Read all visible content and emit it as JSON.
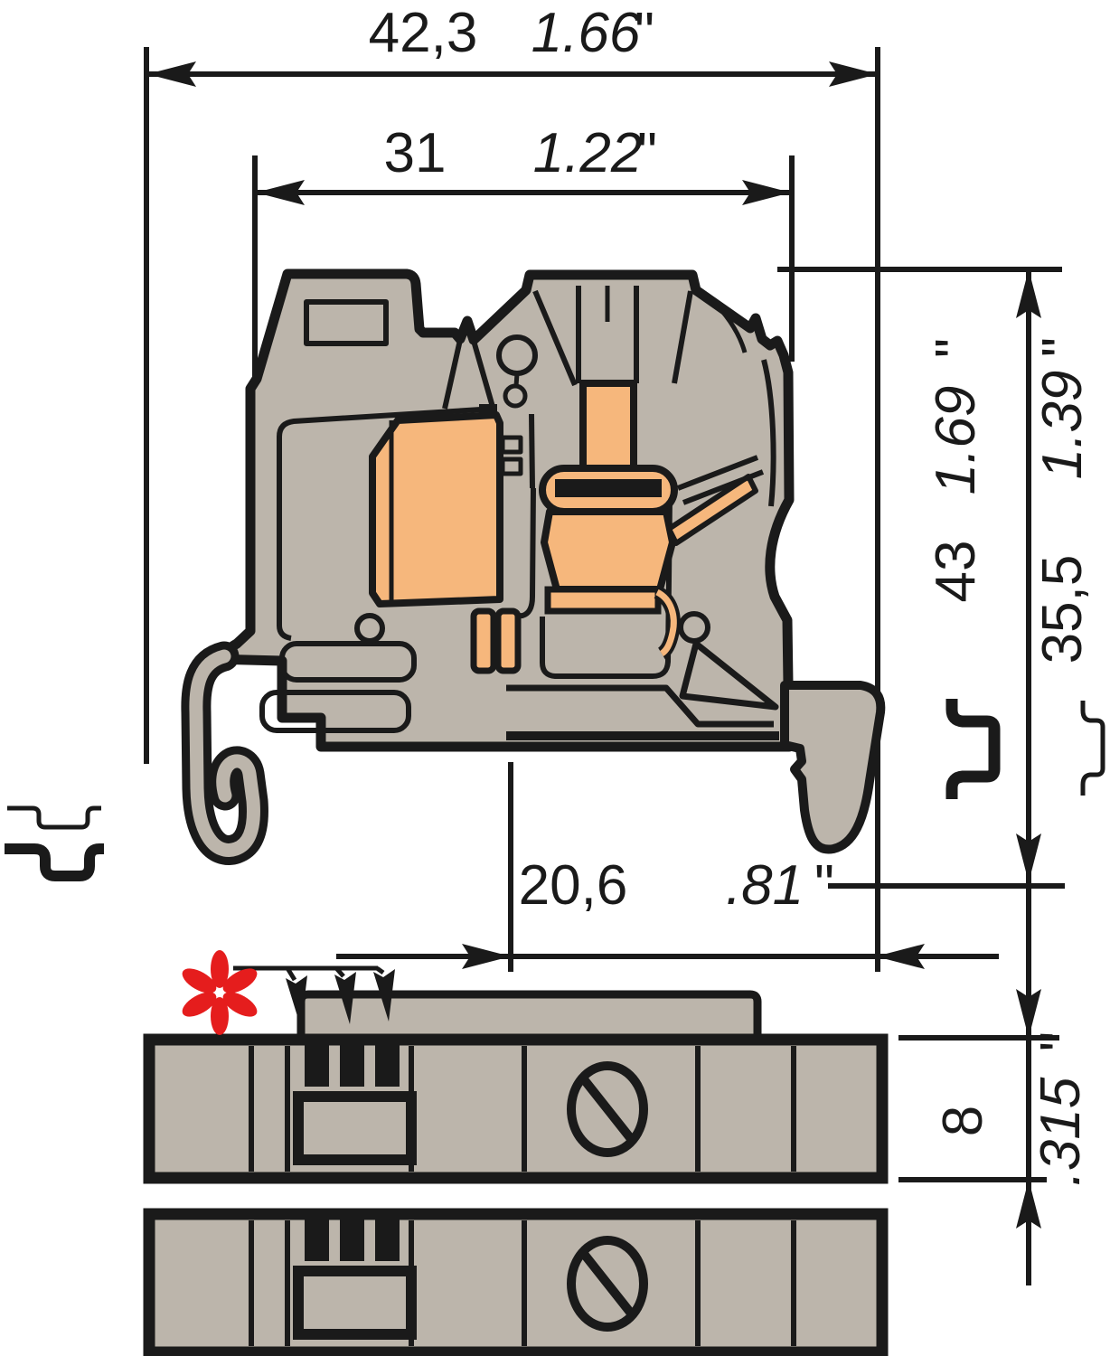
{
  "title": "Terminal block dimension drawing (side cross-section, DIN rail profiles, top view of two blocks)",
  "colors": {
    "ink": "#1a1a1a",
    "body_gray": "#bcb5ab",
    "metal_orange": "#f6b77c",
    "accent_red": "#e51d1d",
    "background": "#ffffff"
  },
  "dims": {
    "total_width": {
      "mm": "42,3",
      "inch": "1.66",
      "mark": "\""
    },
    "inner_width": {
      "mm": "31",
      "inch": "1.22",
      "mark": "\""
    },
    "total_height": {
      "mm": "43",
      "inch": "1.69",
      "mark": "\""
    },
    "rail_height": {
      "mm": "35,5",
      "inch": "1.39",
      "mark": "\""
    },
    "center_offset": {
      "mm": "20,6",
      "inch": ".81",
      "mark": "\""
    },
    "block_pitch": {
      "mm": "8",
      "inch": ".315",
      "mark": "\""
    }
  },
  "footnote_marker": "*",
  "icons": [
    "din-rail-profile-thin-icon",
    "din-rail-profile-thick-icon",
    "rail-clip-profile-thick-icon",
    "rail-clip-profile-thin-icon",
    "asterisk-marker",
    "screw-head-icon"
  ]
}
